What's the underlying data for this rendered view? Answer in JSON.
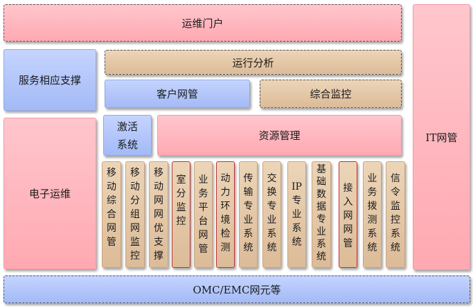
{
  "top_portal": "运维门户",
  "it_mgmt": "IT网管",
  "service_support": "服务相应支撑",
  "electronic_ops": "电子运维",
  "operation_analysis": "运行分析",
  "customer_mgmt": "客户网管",
  "integrated_monitor": "综合监控",
  "activation_system": "激活系统",
  "resource_mgmt": "资源管理",
  "columns": [
    "移动综合网管",
    "移动分组网监控",
    "移动网网优支撑",
    "室分监控",
    "业务平台网管",
    "动力环境检测",
    "传输专业系统",
    "交换专业系统",
    "IP专业系统",
    "基础数据专业系统",
    "接入网网管",
    "业务拨测系统",
    "信令监控系统"
  ],
  "bottom_omc": "OMC/EMC网元等"
}
